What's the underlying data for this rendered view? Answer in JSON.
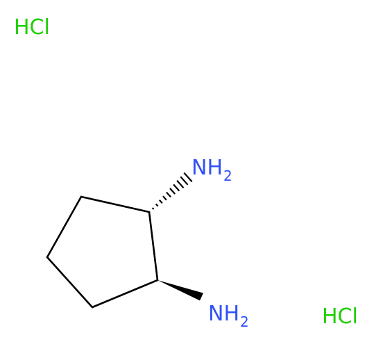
{
  "structure": {
    "hcl_top": "HCl",
    "hcl_bottom": "HCl",
    "amine_top": {
      "symbol": "NH",
      "subscript": "2"
    },
    "amine_bottom": {
      "symbol": "NH",
      "subscript": "2"
    }
  },
  "colors": {
    "bond": "#000000",
    "nitrogen": "#3050F8",
    "chlorine": "#1FCF00"
  }
}
